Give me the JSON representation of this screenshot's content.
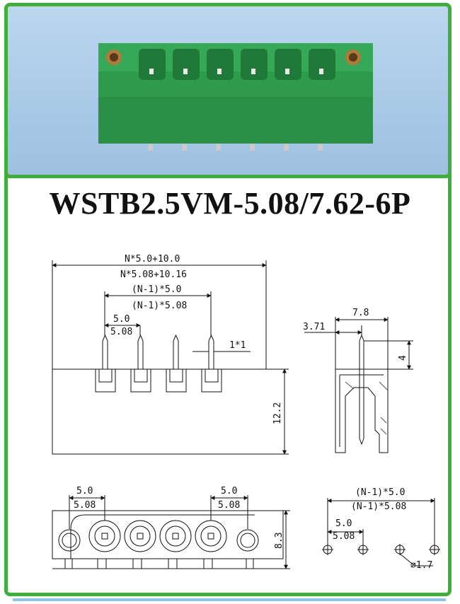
{
  "title": "WSTB2.5VM-5.08/7.62-6P",
  "front_view": {
    "overall_width_a": "N*5.0+10.0",
    "overall_width_b": "N*5.08+10.16",
    "span_a": "(N-1)*5.0",
    "span_b": "(N-1)*5.08",
    "pitch_a": "5.0",
    "pitch_b": "5.08",
    "pin_size": "1*1",
    "height": "12.2"
  },
  "side_view": {
    "depth": "7.8",
    "offset": "3.71",
    "pin_length": "4"
  },
  "bottom_view": {
    "left_pitch_a": "5.0",
    "left_pitch_b": "5.08",
    "right_pitch_a": "5.0",
    "right_pitch_b": "5.08",
    "height": "8.3"
  },
  "footprint": {
    "span_a": "(N-1)*5.0",
    "span_b": "(N-1)*5.08",
    "pitch_a": "5.0",
    "pitch_b": "5.08",
    "hole_diameter": "∅1.7"
  },
  "colors": {
    "frame": "#3fae3a",
    "housing": "#2f9a4a",
    "background": "#a8c9e6"
  }
}
